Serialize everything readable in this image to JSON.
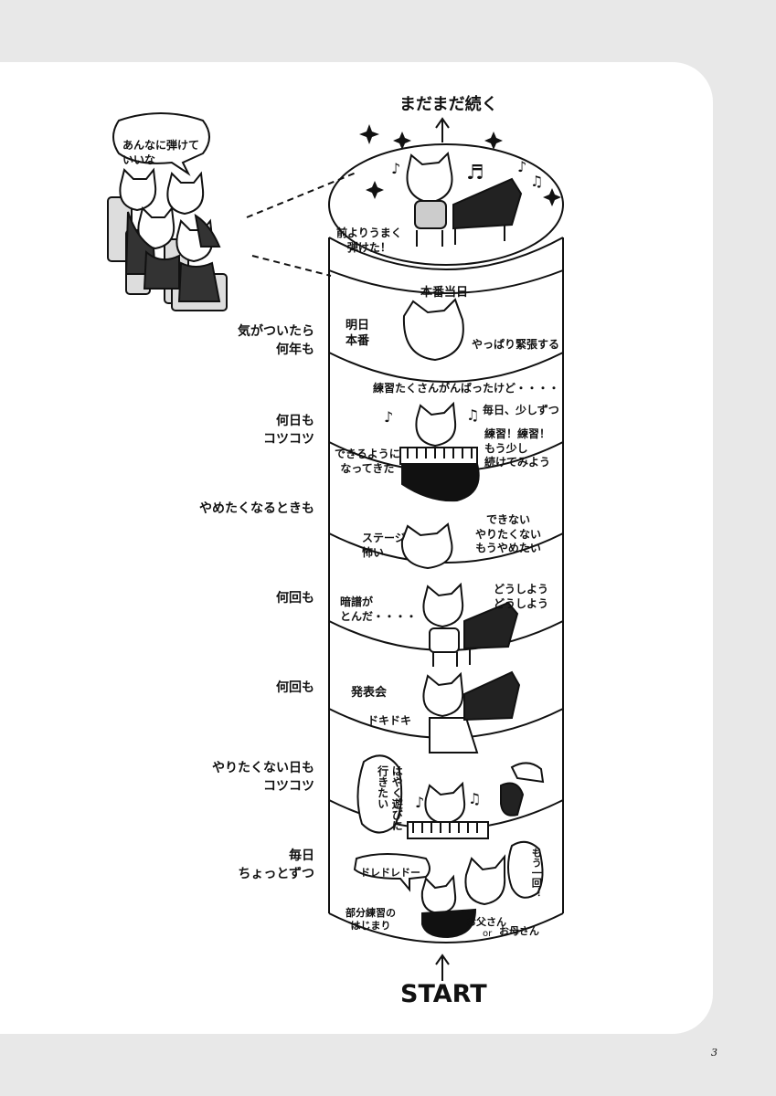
{
  "header": {
    "top_label": "まだまだ続く",
    "start_label": "START",
    "page_number": "3"
  },
  "audience": {
    "speech": "あんなに弾けて\nいいな"
  },
  "left_labels": [
    "気がついたら\n何年も",
    "何日も\nコツコツ",
    "やめたくなるときも",
    "何回も",
    "何回も",
    "やりたくない日も\nコツコツ",
    "毎日\nちょっとずつ"
  ],
  "stages": {
    "top": {
      "text": "前よりうまく\n弾けた！"
    },
    "band": {
      "label": "本番当日"
    },
    "s1": {
      "a": "明日\n本番",
      "b": "やっぱり緊張する",
      "c": "練習たくさんがんばったけど・・・・"
    },
    "s2": {
      "a": "毎日、少しずつ",
      "b": "練習！練習！\nもう少し\n続けてみよう",
      "c": "できるように\nなってきた"
    },
    "s3": {
      "a": "ステージ\n怖い",
      "b": "できない\nやりたくない\nもうやめたい"
    },
    "s4": {
      "a": "暗譜が\nとんだ・・・・",
      "b": "どうしよう\nどうしよう"
    },
    "s5": {
      "a": "発表会",
      "b": "ドキドキ"
    },
    "s6": {
      "a": "はやく遊びに\n行きたい"
    },
    "s7": {
      "a": "ドレドレドー",
      "b": "もう一回！",
      "c": "部分練習の\nはじまり",
      "d": "お父さん",
      "e": "or",
      "f": "お母さん"
    }
  }
}
